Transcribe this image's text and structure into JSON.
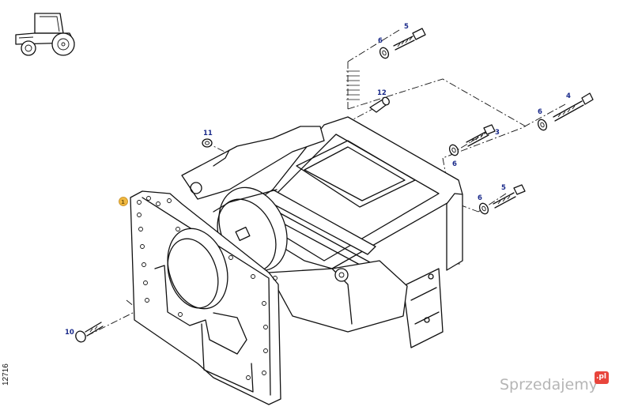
{
  "drawing": {
    "reference_number": "12716",
    "watermark": "Sprzedajemy",
    "watermark_badge": ".pl",
    "callout_color": "#1a2a8a",
    "main_part_marker_color": "#f0b840"
  },
  "callouts": [
    {
      "id": "c5a",
      "label": "5"
    },
    {
      "id": "c6a",
      "label": "6"
    },
    {
      "id": "c12",
      "label": "12"
    },
    {
      "id": "c4",
      "label": "4"
    },
    {
      "id": "c6b",
      "label": "6"
    },
    {
      "id": "c3",
      "label": "3"
    },
    {
      "id": "c6c",
      "label": "6"
    },
    {
      "id": "c11",
      "label": "11"
    },
    {
      "id": "c6d",
      "label": "6"
    },
    {
      "id": "c5b",
      "label": "5"
    },
    {
      "id": "c10",
      "label": "10"
    },
    {
      "id": "c1",
      "label": "1"
    }
  ]
}
